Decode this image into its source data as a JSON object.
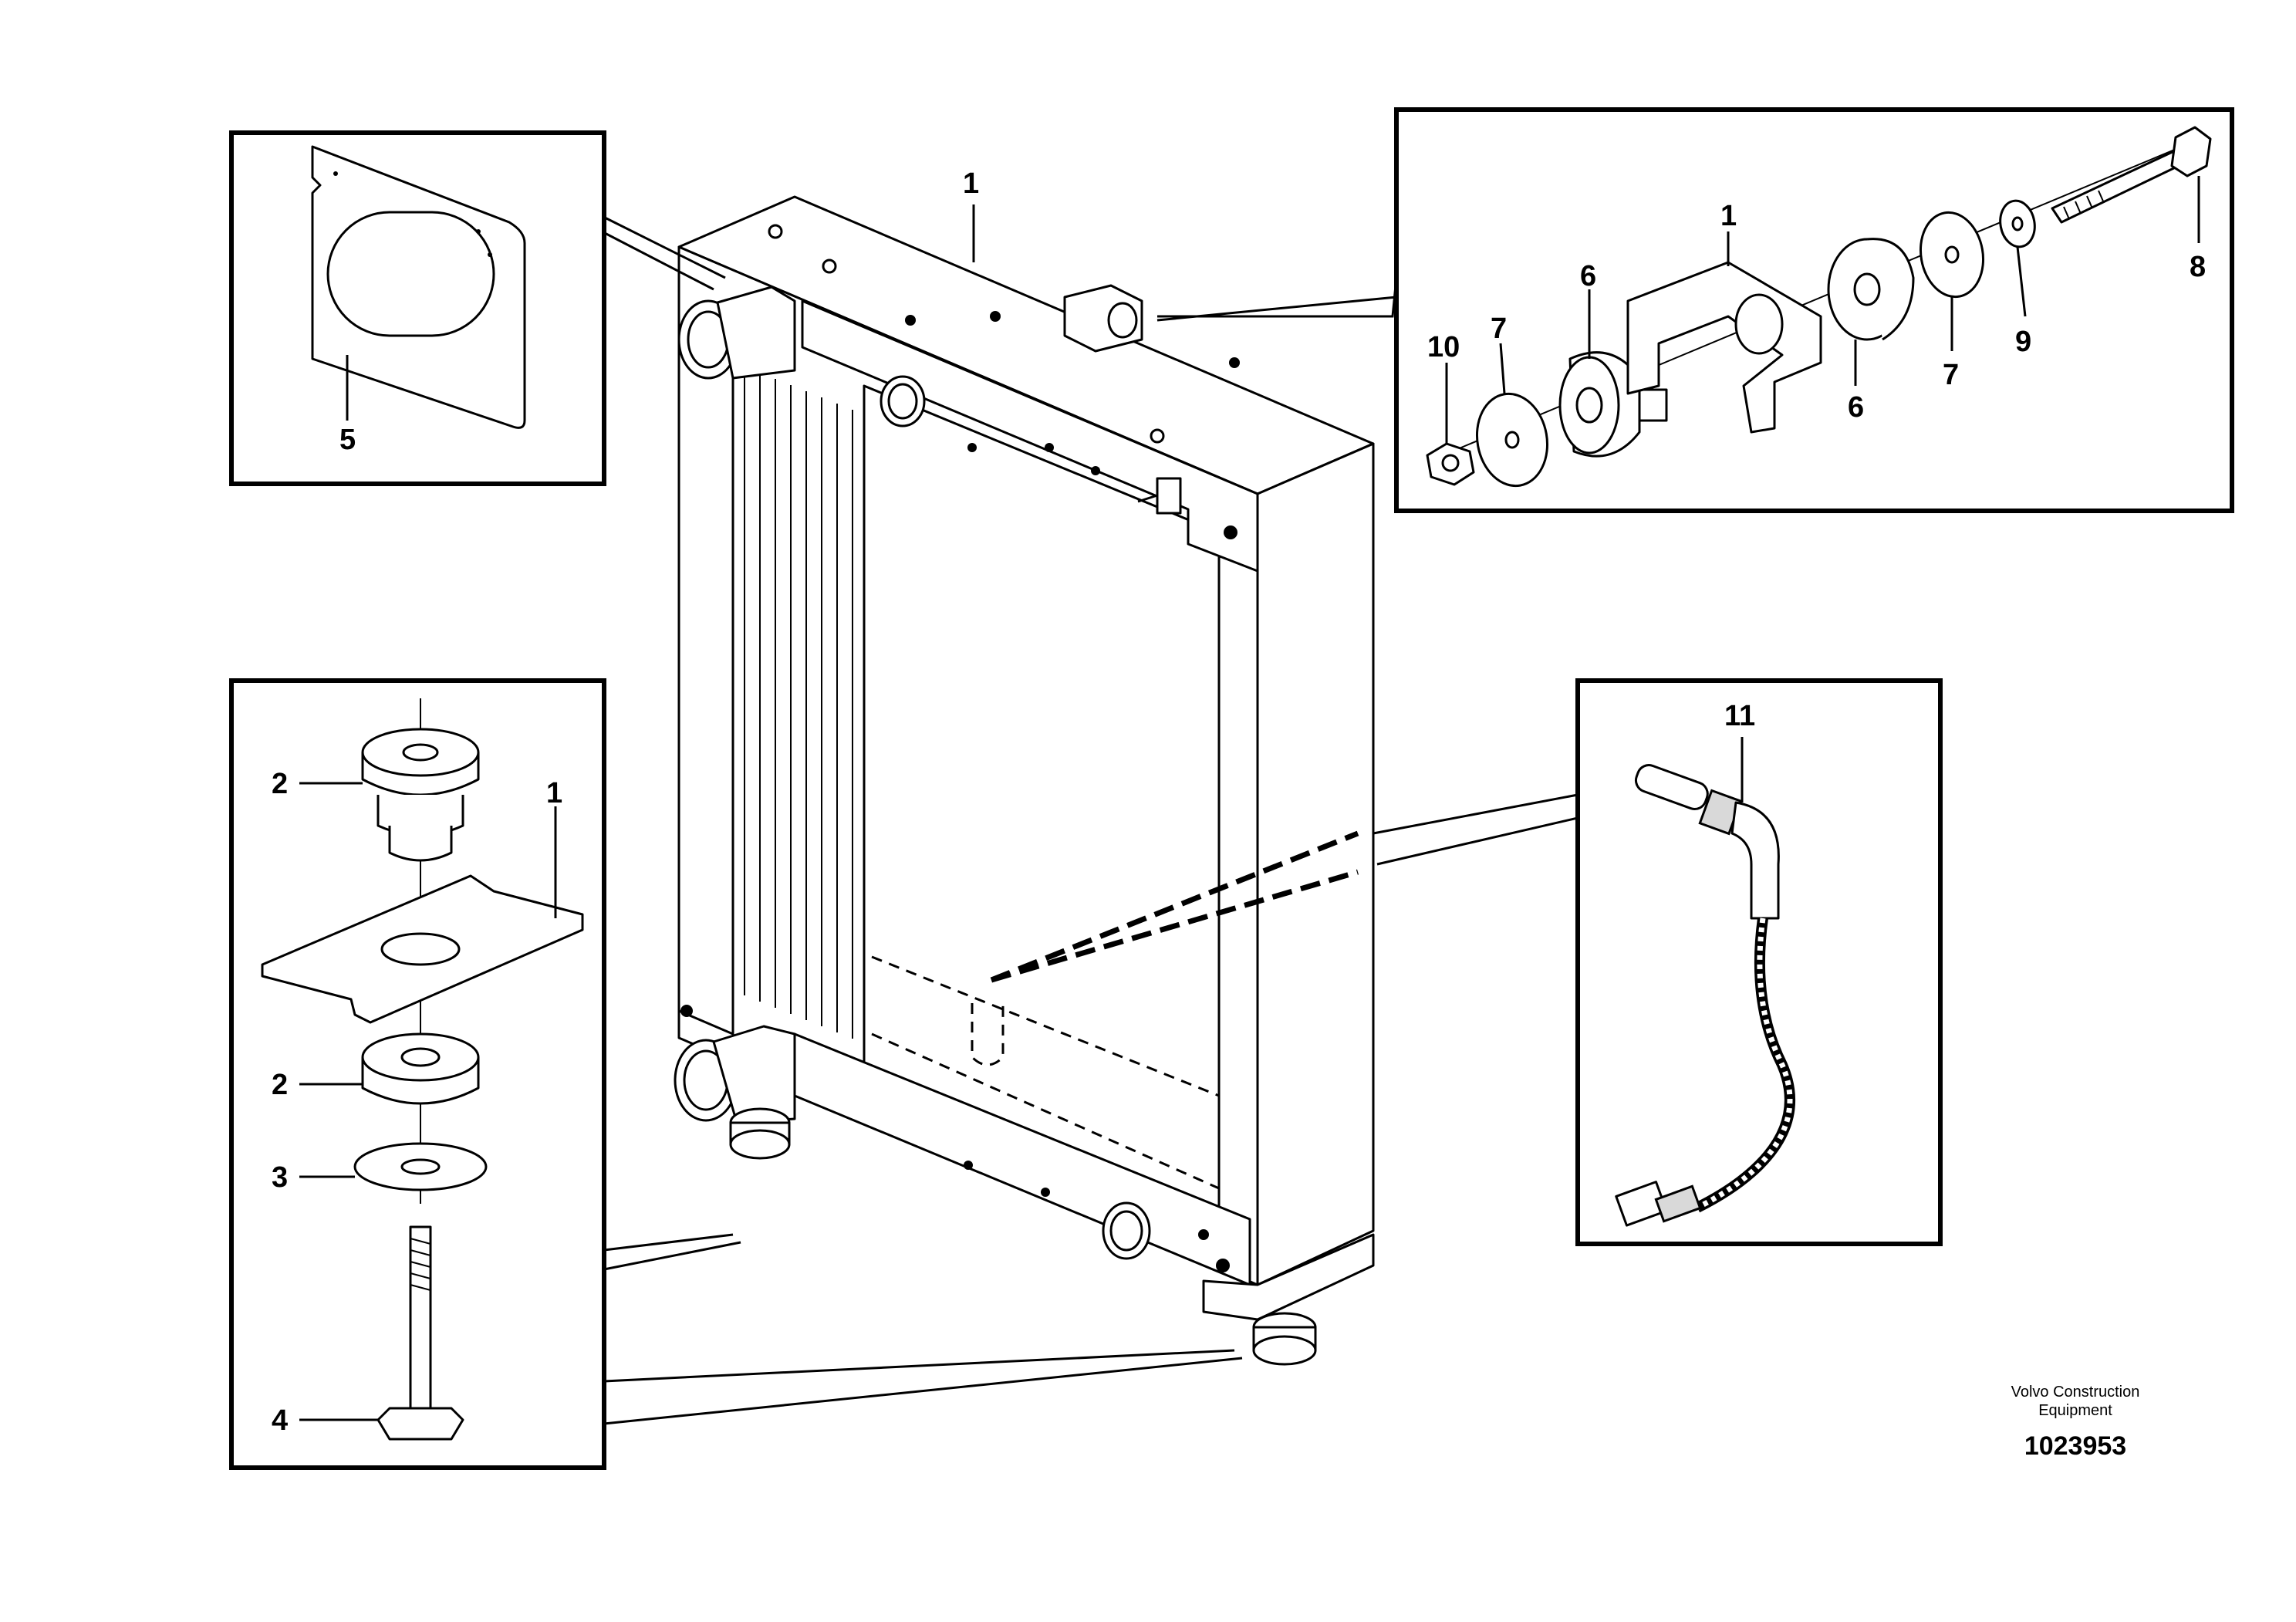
{
  "diagram": {
    "callouts": {
      "frame": "1",
      "detail_top_left": "5",
      "detail_top_right": {
        "bracket": "1",
        "bushing_left": "6",
        "bushing_right": "6",
        "washer_left": "7",
        "washer_right": "7",
        "bolt": "8",
        "washer_small": "9",
        "nut": "10"
      },
      "detail_bottom_left": {
        "bracket": "1",
        "bushing_top": "2",
        "bushing_bottom": "2",
        "washer": "3",
        "bolt": "4"
      },
      "detail_sensor": "11"
    },
    "brand_line1": "Volvo Construction",
    "brand_line2": "Equipment",
    "drawing_number": "1023953"
  }
}
